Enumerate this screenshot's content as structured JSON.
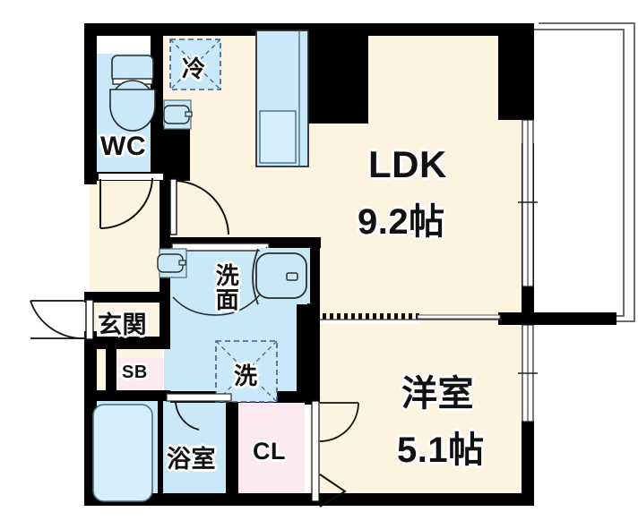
{
  "plan": {
    "title": "Japanese apartment floor plan",
    "layout_type": "1LDK",
    "colors": {
      "room_floor": "#fdf3e0",
      "water_area": "#c9e8f8",
      "closet": "#fce9f1",
      "wall": "#000000",
      "balcony_outline": "#6d6d6d",
      "fixture_stroke": "#4a6f80"
    }
  },
  "rooms": {
    "ldk": {
      "name": "LDK",
      "area": "9.2帖"
    },
    "bedroom": {
      "name": "洋室",
      "area": "5.1帖"
    },
    "wc": {
      "name": "WC"
    },
    "washroom": {
      "name": "洗面"
    },
    "laundry": {
      "name": "洗"
    },
    "bath": {
      "name": "浴室"
    },
    "entrance": {
      "name": "玄関"
    },
    "shoebox": {
      "name": "SB"
    },
    "closet": {
      "name": "CL"
    },
    "refrigerator": {
      "name": "冷"
    }
  }
}
